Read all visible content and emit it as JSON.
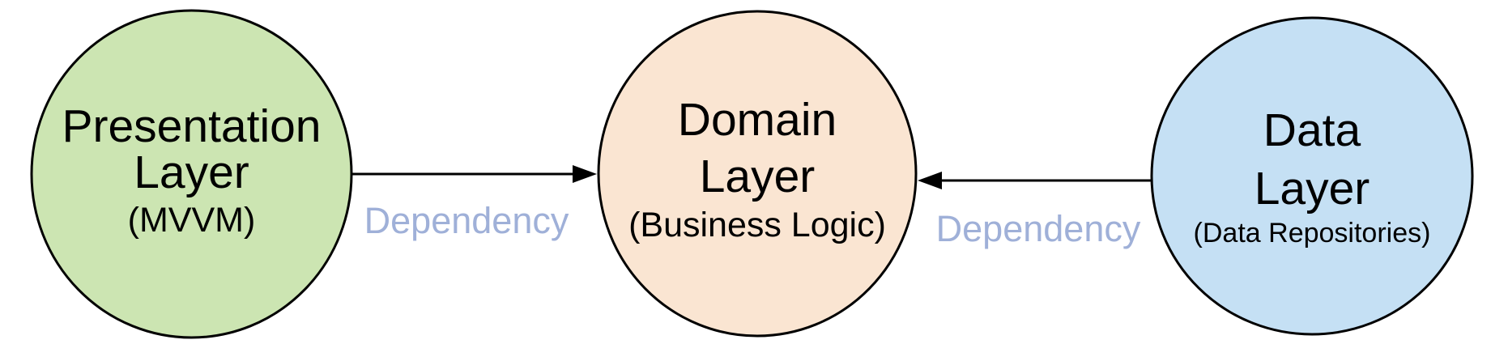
{
  "diagram": {
    "type": "architecture-layers",
    "background_color": "#ffffff",
    "nodes": [
      {
        "id": "presentation-layer",
        "line1": "Presentation",
        "line2": "Layer",
        "sublabel": "(MVVM)",
        "fill": "#cce5b2",
        "stroke": "#000000"
      },
      {
        "id": "domain-layer",
        "line1": "Domain",
        "line2": "Layer",
        "sublabel": "(Business Logic)",
        "fill": "#fae5d2",
        "stroke": "#000000"
      },
      {
        "id": "data-layer",
        "line1": "Data",
        "line2": "Layer",
        "sublabel": "(Data Repositories)",
        "fill": "#c5e0f4",
        "stroke": "#000000"
      }
    ],
    "edges": [
      {
        "from": "presentation-layer",
        "to": "domain-layer",
        "label": "Dependency",
        "label_color": "#9fb0d8",
        "line_color": "#000000",
        "direction": "right"
      },
      {
        "from": "data-layer",
        "to": "domain-layer",
        "label": "Dependency",
        "label_color": "#9fb0d8",
        "line_color": "#000000",
        "direction": "left"
      }
    ]
  }
}
